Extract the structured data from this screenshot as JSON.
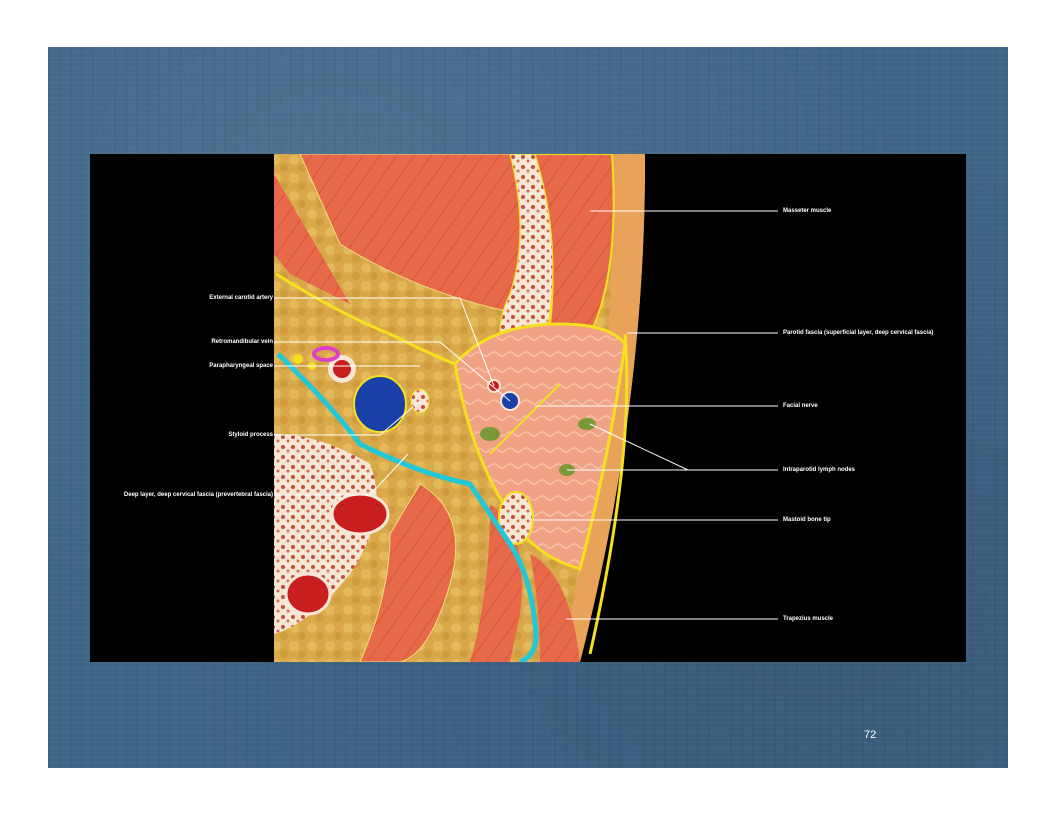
{
  "slide": {
    "background_color": "#3f6586",
    "page_number": "72"
  },
  "figure": {
    "colors": {
      "muscle": "#e8684a",
      "fat": "#d9a84a",
      "bone": "#f5e6d6",
      "fascia_superficial": "#f4e01c",
      "fascia_deep": "#22c7d8",
      "vein": "#1a3fa8",
      "artery": "#c81e1e",
      "lymph_node": "#7a9a3a",
      "leader_line": "#ffffff"
    },
    "labels": {
      "masseter": "Masseter muscle",
      "parotid_fascia": "Parotid fascia (superficial layer, deep cervical fascia)",
      "facial_nerve": "Facial nerve",
      "lymph_nodes": "Intraparotid lymph nodes",
      "mastoid": "Mastoid bone tip",
      "trapezius": "Trapezius muscle",
      "ext_carotid": "External carotid artery",
      "retromandibular": "Retromandibular vein",
      "parapharyngeal": "Parapharyngeal space",
      "styloid": "Styloid process",
      "deep_fascia": "Deep layer, deep cervical fascia (prevertebral fascia)"
    }
  }
}
